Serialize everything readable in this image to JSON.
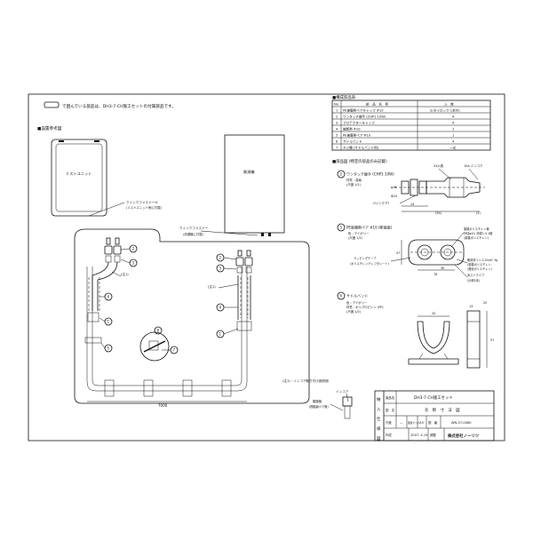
{
  "note": {
    "text": "で囲んでいる部品は、DH3-7-CH施工セットの付属部品です。"
  },
  "install_ref": {
    "heading": "■設置参考図",
    "mist_unit": "ミストユニット",
    "heat_source": "熱源機",
    "quick_fastener_mist": "クイックファスナー④",
    "quick_fastener_mist_sub": "(ミストユニット側に付属)",
    "quick_fastener_heat": "クイックファスナー",
    "quick_fastener_heat_sub": "(熱源機に付属)",
    "note1_left": "(注1)",
    "note1_right": "(注1)",
    "dimension": "7000",
    "footnote": "(注1) : インコア取り付け部詳細",
    "incore": "インコア",
    "tube": "樹脂管",
    "tube_sub": "(樹脂製ペア管)"
  },
  "parts_list": {
    "heading": "■構成部品表",
    "headers": [
      "No",
      "部　品　名　称",
      "入　数"
    ],
    "rows": [
      [
        "1",
        "PE被膜熱ペアキャップ #10",
        "2(タイロック 1本付)"
      ],
      [
        "2",
        "ワンタッチ継手 (CHP1-10W)",
        "4"
      ],
      [
        "3",
        "プロテクターキャップ",
        "4"
      ],
      [
        "4",
        "継断熱 #10",
        "1"
      ],
      [
        "5",
        "PE被膜熱ペア #10",
        "1"
      ],
      [
        "6",
        "サドルバンド",
        "4"
      ],
      [
        "7",
        "ネジ類 (サドルバンド用)",
        "一式"
      ]
    ]
  },
  "parts_diagram": {
    "heading": "■部品図 (特定の部品のみ記載)",
    "p2_title": "ワンタッチ継手 (CHP1-10W)",
    "p2_material": "材質 : 真鍮",
    "p2_scale": "(尺度 1/1)",
    "p2_hex": "24六角",
    "p2_incore": "10A インコア",
    "p2_oring": "Oリング P7",
    "p2_d1": "φ16",
    "p2_d2": "Φ20",
    "p2_len1": "14",
    "p2_len2": "(54)",
    "p2_len3": "(2)",
    "p5_title": "PE被膜熱ペア #10 (断面図)",
    "p5_color": "色 : アイボリー",
    "p5_scale": "(尺度 1/2)",
    "p5_label1": "架橋ポリエチレン管",
    "p5_label1b": "外径φ10, 肉厚1.5 1種",
    "p5_label1c": "(架橋ポリエチレン)",
    "p5_tape": "ラッピングテープ",
    "p5_tape_sub": "(ポリエチレンテレフタレート)",
    "p5_ins": "断熱材 t = 0.2mm² 3g",
    "p5_ins_sub": "(架橋ポリエチレン",
    "p5_ins_sub2": "/発泡ポリエチレン)",
    "p5_stripe": "赤ストライプ",
    "p5_stripe_sub": "(片側2本)",
    "p5_w": "47",
    "p5_h": "78",
    "p5_d": "30",
    "p6_title": "サドルバンド",
    "p6_color": "色 : アイボリー",
    "p6_material": "材質 : ポリプロピレン (PP)",
    "p6_scale": "(尺度 1/2)",
    "p6_w1": "20",
    "p6_w2": "13",
    "p6_w3": "20",
    "p6_h": "57"
  },
  "title_block": {
    "side_label": [
      "納",
      "入",
      "仕",
      "様",
      "図"
    ],
    "product_label": "製品名",
    "product": "DH3-7-CH施工セット",
    "drawing_label": "図　名",
    "drawing_name": "名　称　寸　法　図",
    "scale_label": "尺度",
    "scale_value": "—",
    "size_label": "図面サイズ",
    "size_value": "A3",
    "number_label": "図　番",
    "number_value": "WN-07-0060",
    "date_label": "作成",
    "date_value": "2007. 4.19",
    "check_label": "調整",
    "company": "株式会社ノーリツ"
  }
}
